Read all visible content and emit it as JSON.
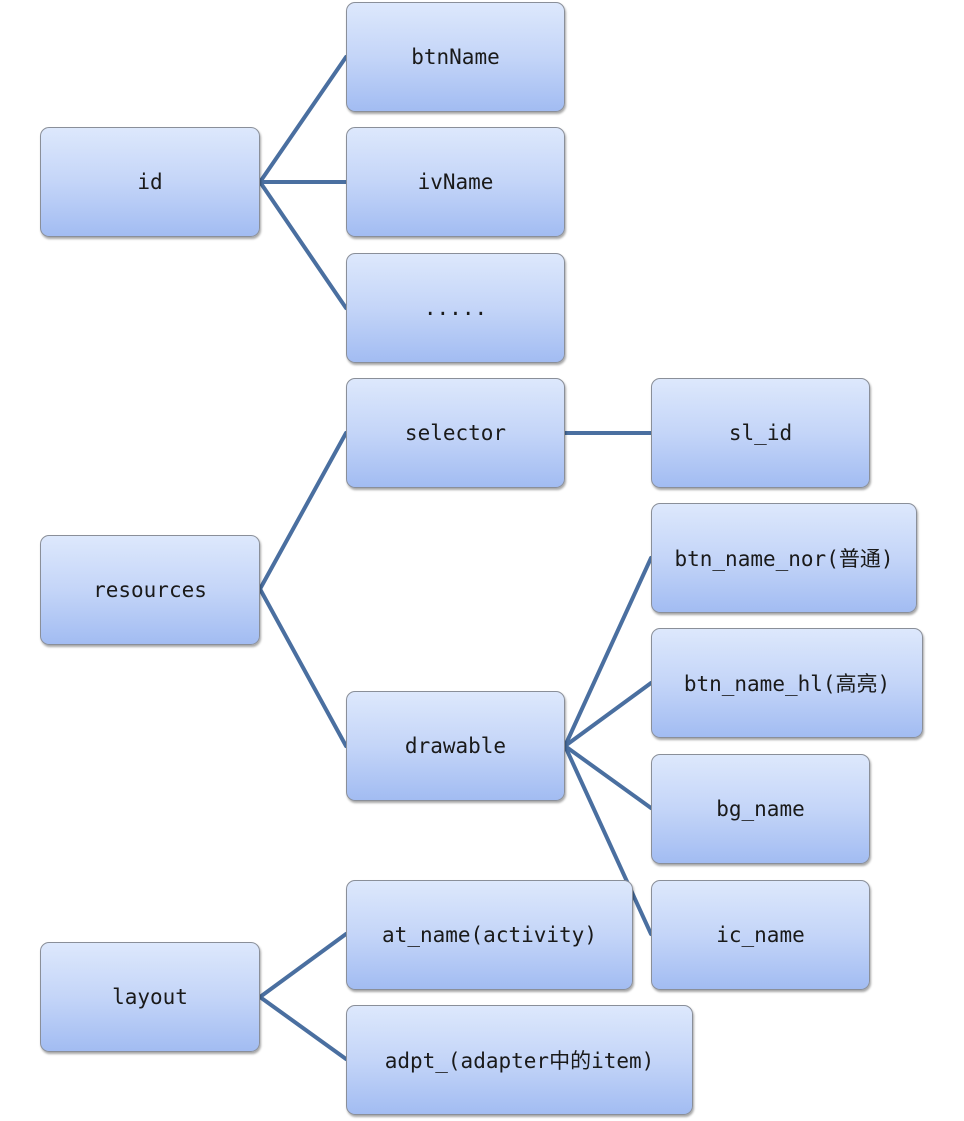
{
  "nodes": {
    "id": "id",
    "btnName": "btnName",
    "ivName": "ivName",
    "dots": ".....",
    "resources": "resources",
    "selector": "selector",
    "sl_id": "sl_id",
    "drawable": "drawable",
    "btn_name_nor": "btn_name_nor(普通)",
    "btn_name_hl": "btn_name_hl(高亮)",
    "bg_name": "bg_name",
    "ic_name": "ic_name",
    "layout": "layout",
    "at_name": "at_name(activity)",
    "adpt": "adpt_(adapter中的item)"
  },
  "colors": {
    "link": "#4a6fa0"
  }
}
